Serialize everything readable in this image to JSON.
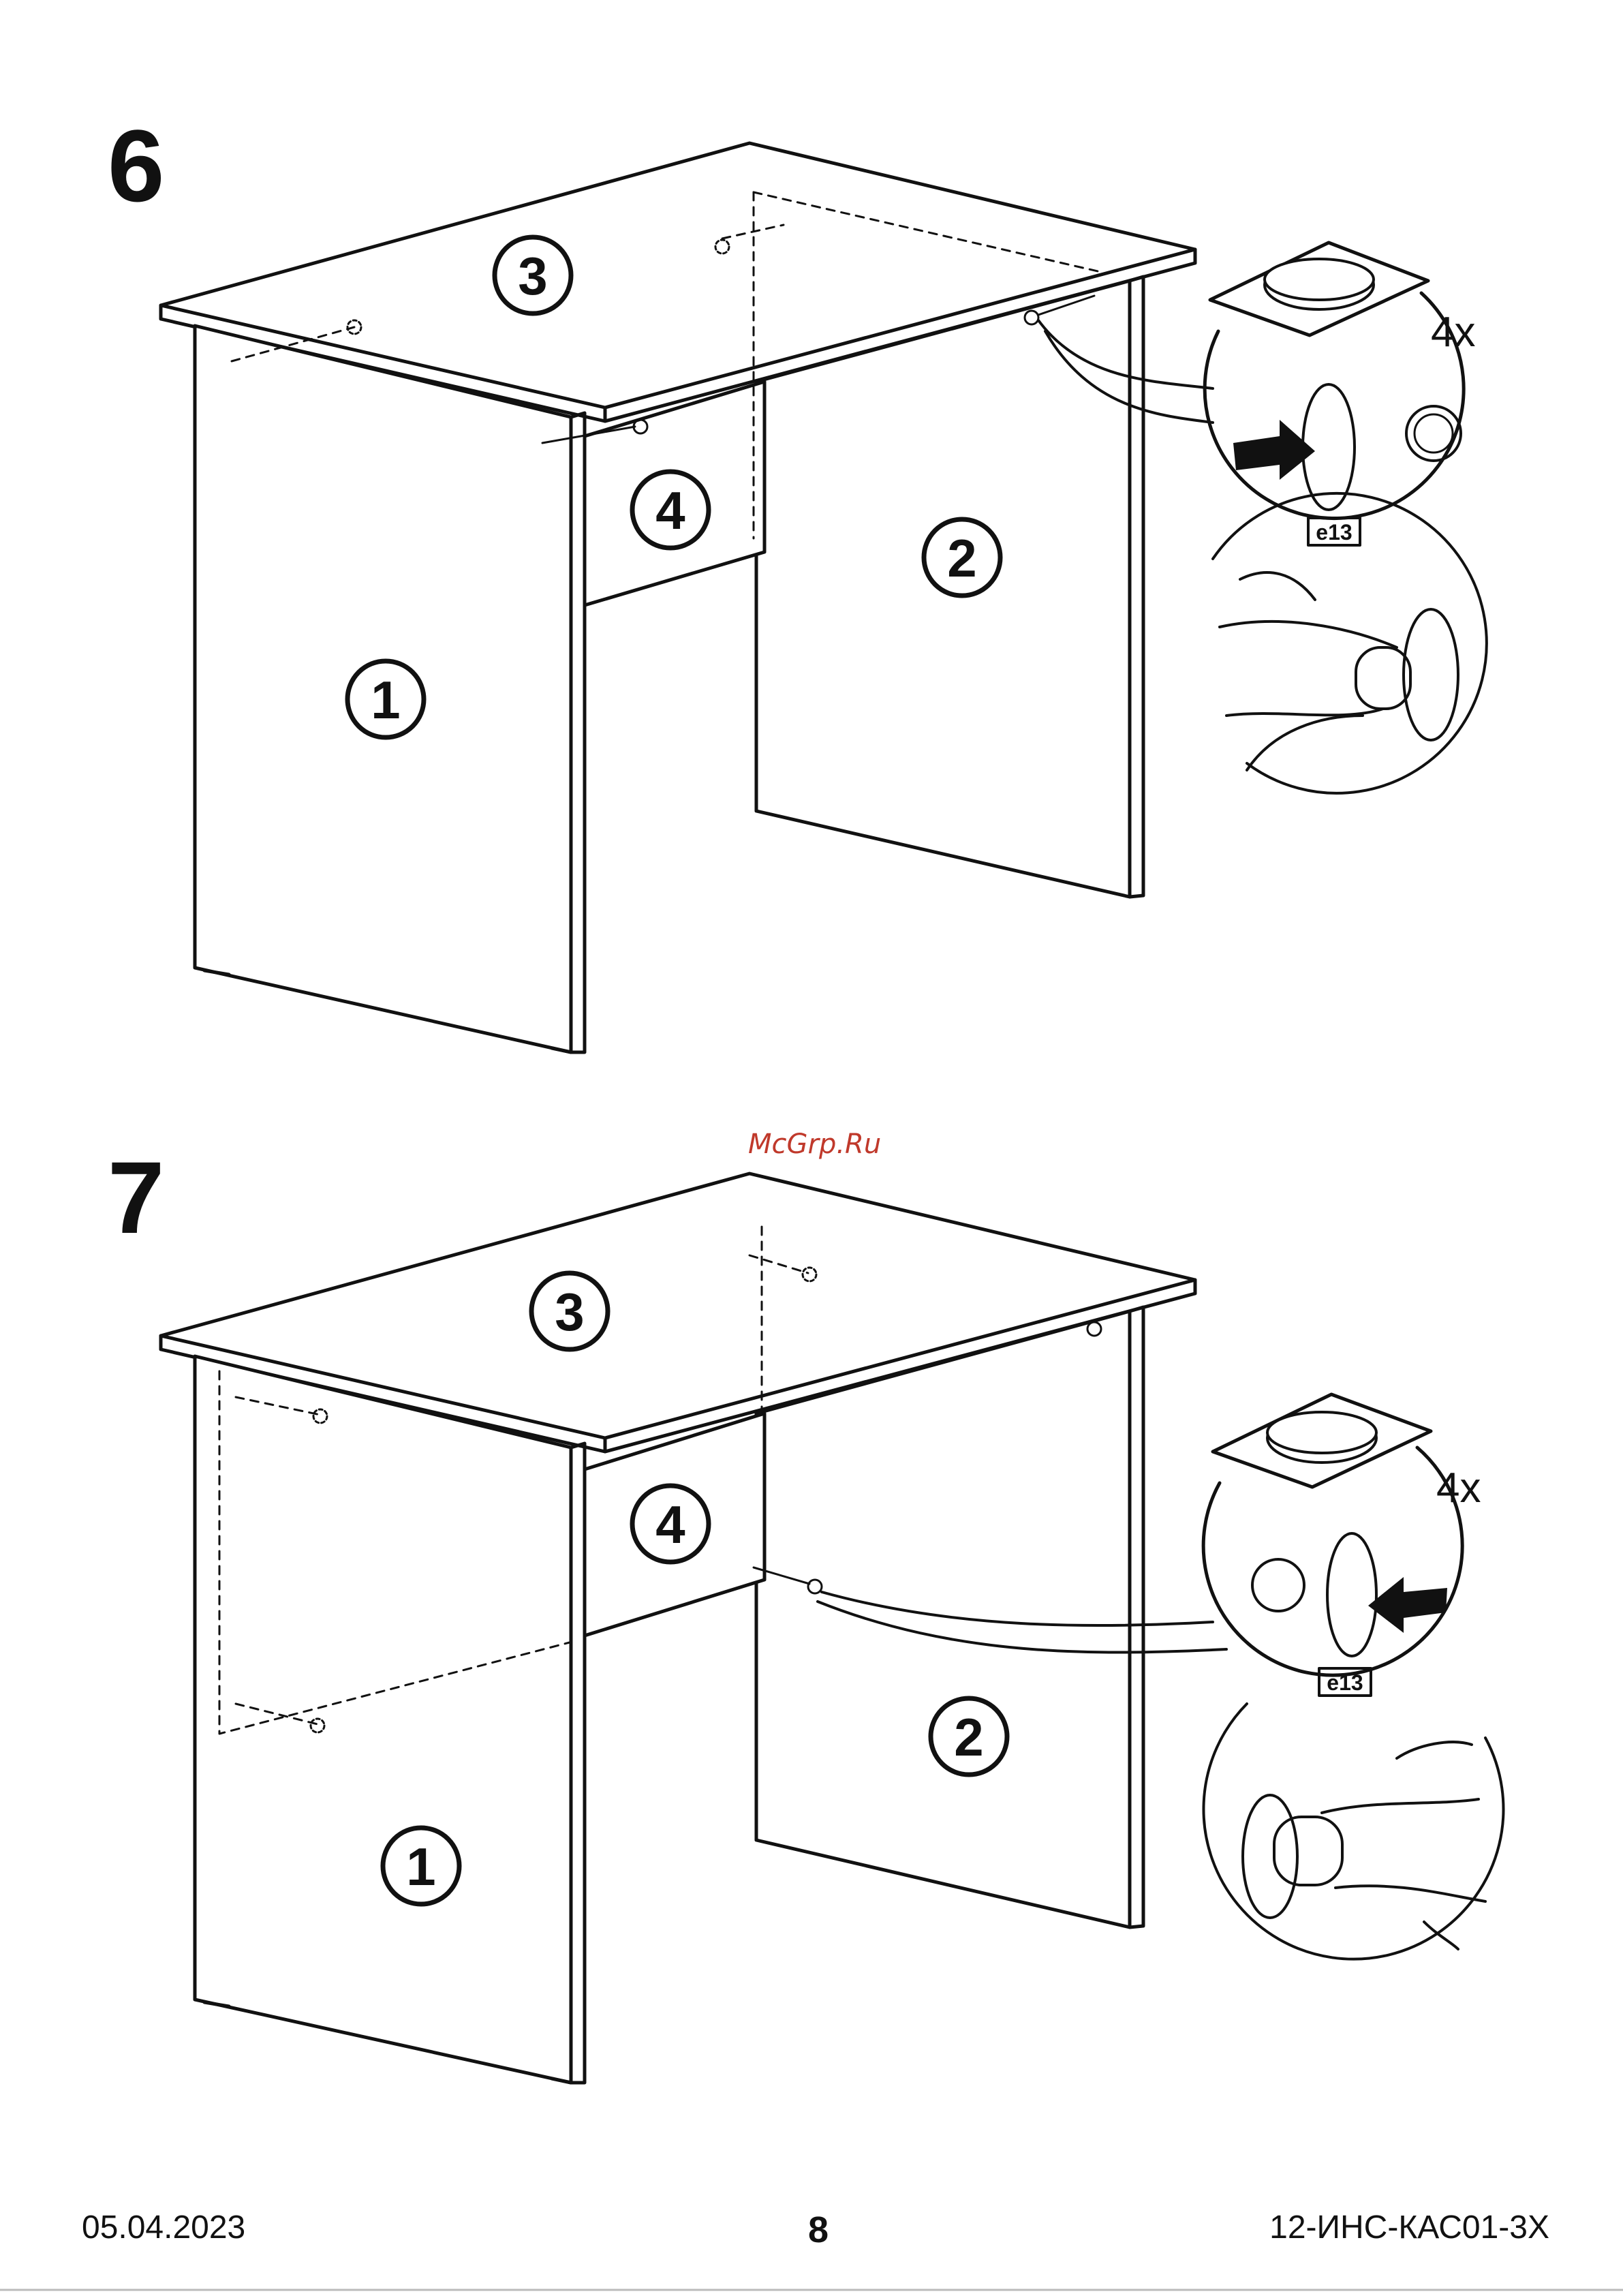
{
  "steps": [
    {
      "number": "6",
      "part_labels": [
        "1",
        "2",
        "3",
        "4"
      ],
      "quantity": "4x",
      "cap_part_code": "e13"
    },
    {
      "number": "7",
      "part_labels": [
        "1",
        "2",
        "3",
        "4"
      ],
      "quantity": "4x",
      "cap_part_code": "e13"
    }
  ],
  "watermark": "McGrp.Ru",
  "footer": {
    "date": "05.04.2023",
    "page": "8",
    "doc_code": "12-ИНС-КАС01-3Х"
  },
  "icons": [
    "arrow-icon",
    "cap-icon",
    "screw-head-icon",
    "finger-press-icon"
  ]
}
